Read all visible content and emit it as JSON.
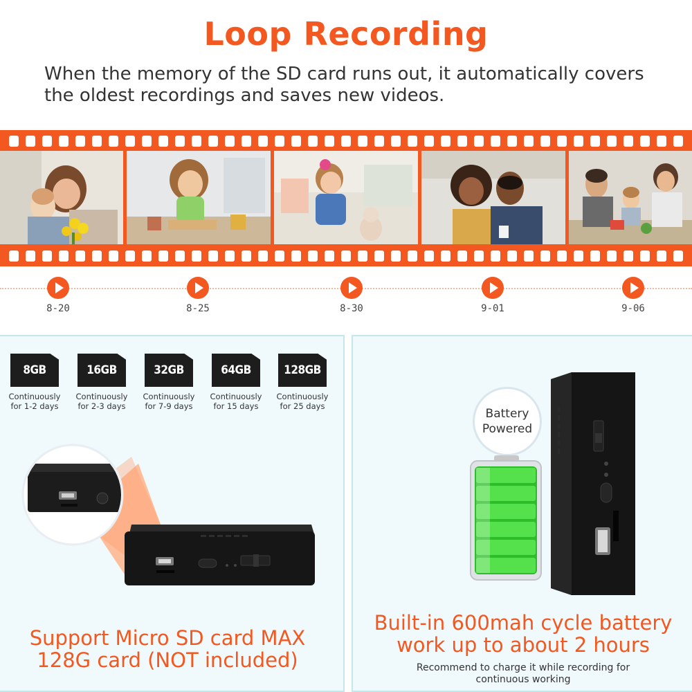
{
  "header": {
    "title": "Loop Recording",
    "subtitle_line1": "When the memory of the SD card runs out, it automatically covers",
    "subtitle_line2": "the oldest recordings and saves new videos."
  },
  "timeline": {
    "dates": [
      "8-20",
      "8-25",
      "8-30",
      "9-01",
      "9-06"
    ]
  },
  "storage": {
    "cards": [
      {
        "capacity": "8GB",
        "line1": "Continuously",
        "line2": "for 1-2 days"
      },
      {
        "capacity": "16GB",
        "line1": "Continuously",
        "line2": "for 2-3 days"
      },
      {
        "capacity": "32GB",
        "line1": "Continuously",
        "line2": "for 7-9 days"
      },
      {
        "capacity": "64GB",
        "line1": "Continuously",
        "line2": "for 15 days"
      },
      {
        "capacity": "128GB",
        "line1": "Continuously",
        "line2": "for 25 days"
      }
    ],
    "caption_line1": "Support Micro SD card MAX",
    "caption_line2": "128G card (NOT included)"
  },
  "battery": {
    "badge_line1": "Battery",
    "badge_line2": "Powered",
    "caption_line1": "Built-in 600mah cycle battery",
    "caption_line2": "work up to about 2 hours",
    "note_line1": "Recommend to charge it while recording for",
    "note_line2": "continuous working"
  },
  "colors": {
    "accent": "#f2581f",
    "panel_bg": "#f0f9fc",
    "battery_green": "#3fd63a"
  }
}
